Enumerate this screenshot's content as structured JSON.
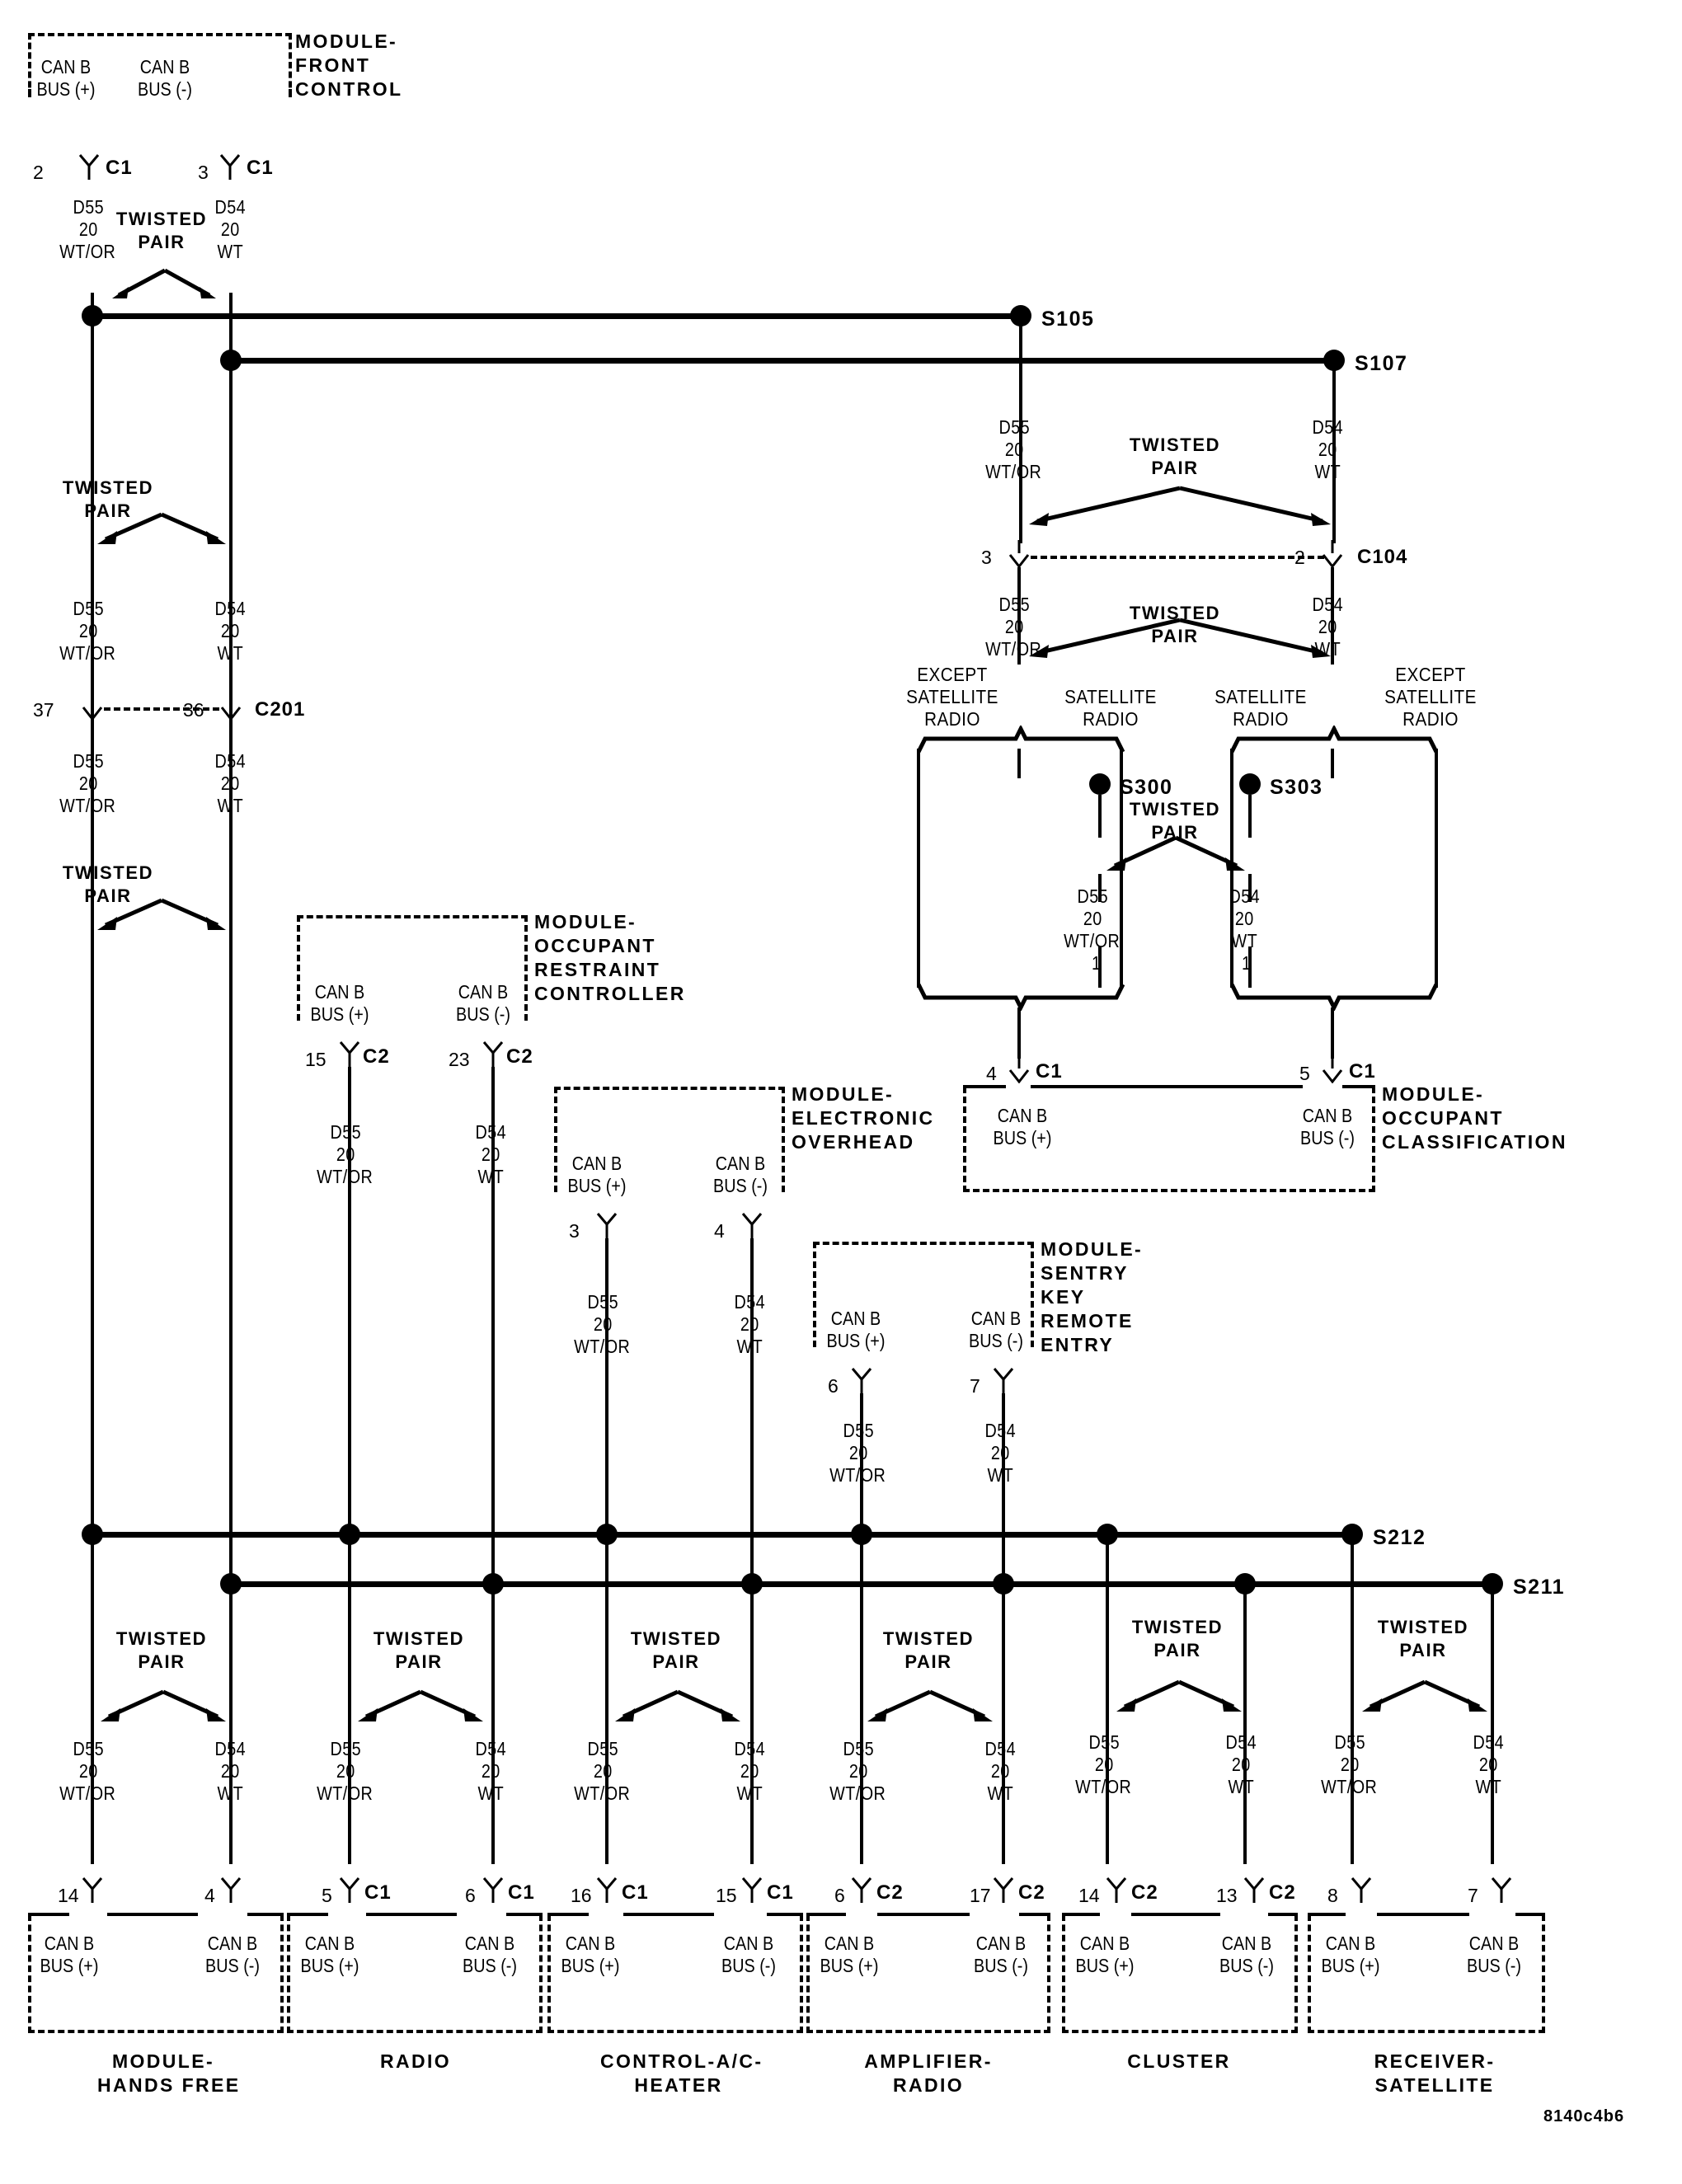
{
  "figure": {
    "code": "8140c4b6"
  },
  "labels": {
    "can_b_plus": "CAN B\nBUS (+)",
    "can_b_minus": "CAN B\nBUS (-)",
    "twisted_pair": "TWISTED\nPAIR",
    "except_satellite_radio": "EXCEPT\nSATELLITE\nRADIO",
    "satellite_radio": "SATELLITE\nRADIO"
  },
  "wires": {
    "d55": {
      "circuit": "D55",
      "gauge": "20",
      "color": "WT/OR"
    },
    "d54": {
      "circuit": "D54",
      "gauge": "20",
      "color": "WT"
    }
  },
  "modules": [
    {
      "id": "front-control",
      "name": "MODULE-\nFRONT\nCONTROL",
      "pins": [
        "2",
        "3"
      ],
      "connectors": [
        "C1",
        "C1"
      ]
    },
    {
      "id": "occupant-restraint",
      "name": "MODULE-\nOCCUPANT\nRESTRAINT\nCONTROLLER",
      "pins": [
        "15",
        "23"
      ],
      "connectors": [
        "C2",
        "C2"
      ]
    },
    {
      "id": "electronic-overhead",
      "name": "MODULE-\nELECTRONIC\nOVERHEAD",
      "pins": [
        "3",
        "4"
      ],
      "connectors": [
        "",
        ""
      ]
    },
    {
      "id": "sentry-key-remote-entry",
      "name": "MODULE-\nSENTRY\nKEY\nREMOTE\nENTRY",
      "pins": [
        "6",
        "7"
      ],
      "connectors": [
        "",
        ""
      ]
    },
    {
      "id": "occupant-classification",
      "name": "MODULE-\nOCCUPANT\nCLASSIFICATION",
      "pins": [
        "4",
        "5"
      ],
      "connectors": [
        "C1",
        "C1"
      ]
    },
    {
      "id": "hands-free",
      "name": "MODULE-\nHANDS FREE",
      "pins": [
        "14",
        "4"
      ],
      "connectors": [
        "",
        ""
      ]
    },
    {
      "id": "radio",
      "name": "RADIO",
      "pins": [
        "5",
        "6"
      ],
      "connectors": [
        "C1",
        "C1"
      ]
    },
    {
      "id": "control-ac-heater",
      "name": "CONTROL-A/C-\nHEATER",
      "pins": [
        "16",
        "15"
      ],
      "connectors": [
        "C1",
        "C1"
      ]
    },
    {
      "id": "amplifier-radio",
      "name": "AMPLIFIER-\nRADIO",
      "pins": [
        "6",
        "17"
      ],
      "connectors": [
        "C2",
        "C2"
      ]
    },
    {
      "id": "cluster",
      "name": "CLUSTER",
      "pins": [
        "14",
        "13"
      ],
      "connectors": [
        "C2",
        "C2"
      ]
    },
    {
      "id": "receiver-satellite",
      "name": "RECEIVER-\nSATELLITE",
      "pins": [
        "8",
        "7"
      ],
      "connectors": [
        "",
        ""
      ]
    }
  ],
  "splices": [
    {
      "id": "S105",
      "label": "S105"
    },
    {
      "id": "S107",
      "label": "S107"
    },
    {
      "id": "S300",
      "label": "S300"
    },
    {
      "id": "S303",
      "label": "S303"
    },
    {
      "id": "S212",
      "label": "S212"
    },
    {
      "id": "S211",
      "label": "S211"
    }
  ],
  "inline_connectors": [
    {
      "id": "C104",
      "label": "C104",
      "pins": [
        "3",
        "2"
      ]
    },
    {
      "id": "C201",
      "label": "C201",
      "pins": [
        "37",
        "36"
      ]
    }
  ],
  "branch_pins": {
    "s300_pin": "1",
    "s303_pin": "1"
  }
}
